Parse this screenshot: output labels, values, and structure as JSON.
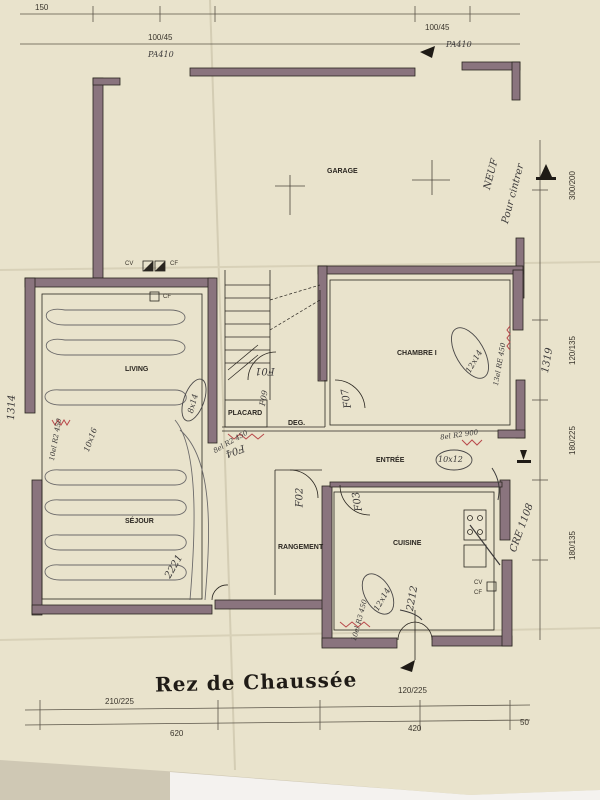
{
  "title": "Rez de Chaussée",
  "rooms": {
    "garage": "GARAGE",
    "chambre": "CHAMBRE I",
    "living": "LIVING",
    "sejour": "SÉJOUR",
    "placard": "PLACARD",
    "deg": "DEG.",
    "entree": "ENTRÉE",
    "rangement": "RANGEMENT",
    "cuisine": "CUISINE"
  },
  "labels": {
    "cv1": "CV",
    "cf1": "CF",
    "cf2": "CF",
    "cv2": "CV",
    "cf3": "CF"
  },
  "dimensions": {
    "top_150": "150",
    "top_left_opening": "100/45",
    "top_right_opening": "100/45",
    "right_300_200": "300/200",
    "right_120_135": "120/135",
    "right_180_225": "180/225",
    "right_180_135": "180/135",
    "bottom_210_225": "210/225",
    "bottom_120_225": "120/225",
    "bottom_620": "620",
    "bottom_420": "420",
    "bottom_50": "50"
  },
  "handwriting": {
    "pa410_left": "PA410",
    "pa410_right": "PA410",
    "note_right_1": "NEUF",
    "note_right_2": "Pour cintrer",
    "num_1319": "1319",
    "num_1314": "1314",
    "num_2221": "2221",
    "num_2212": "2212",
    "cre_1108": "CRE 1108",
    "r12x14_chambre": "12x14",
    "r8x14_living": "8x14",
    "r10x16_living": "10x16",
    "r10x12_entree": "10x12",
    "r12x14_cuisine": "12x14",
    "r8el_82_450": "10el R2 450",
    "r8el_82_900": "8el R2 900",
    "r8el_83_450": "10el R3 450",
    "r13el_re_450": "13el RE 450",
    "r8el_re_450": "8el R2 450",
    "door_f01": "F01",
    "door_f07": "F07",
    "door_f04": "F04",
    "door_f02": "F02",
    "door_f03": "F03",
    "door_f09": "F09"
  },
  "colors": {
    "paper": "#e9e3cc",
    "wall": "#8a747e",
    "ink": "#2a2620"
  }
}
